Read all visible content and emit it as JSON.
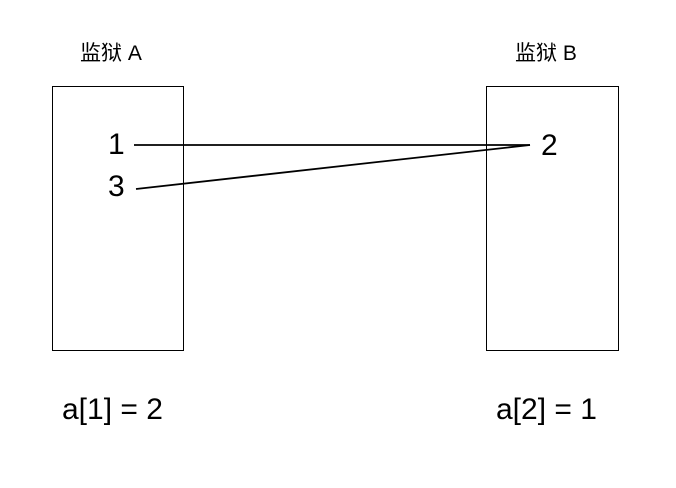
{
  "prison_a": {
    "title": "监狱 A",
    "numbers": [
      "1",
      "3"
    ],
    "equation": "a[1] = 2"
  },
  "prison_b": {
    "title": "监狱 B",
    "numbers": [
      "2"
    ],
    "equation": "a[2] = 1"
  },
  "links": [
    {
      "from": "1",
      "to": "2"
    },
    {
      "from": "3",
      "to": "2"
    }
  ]
}
